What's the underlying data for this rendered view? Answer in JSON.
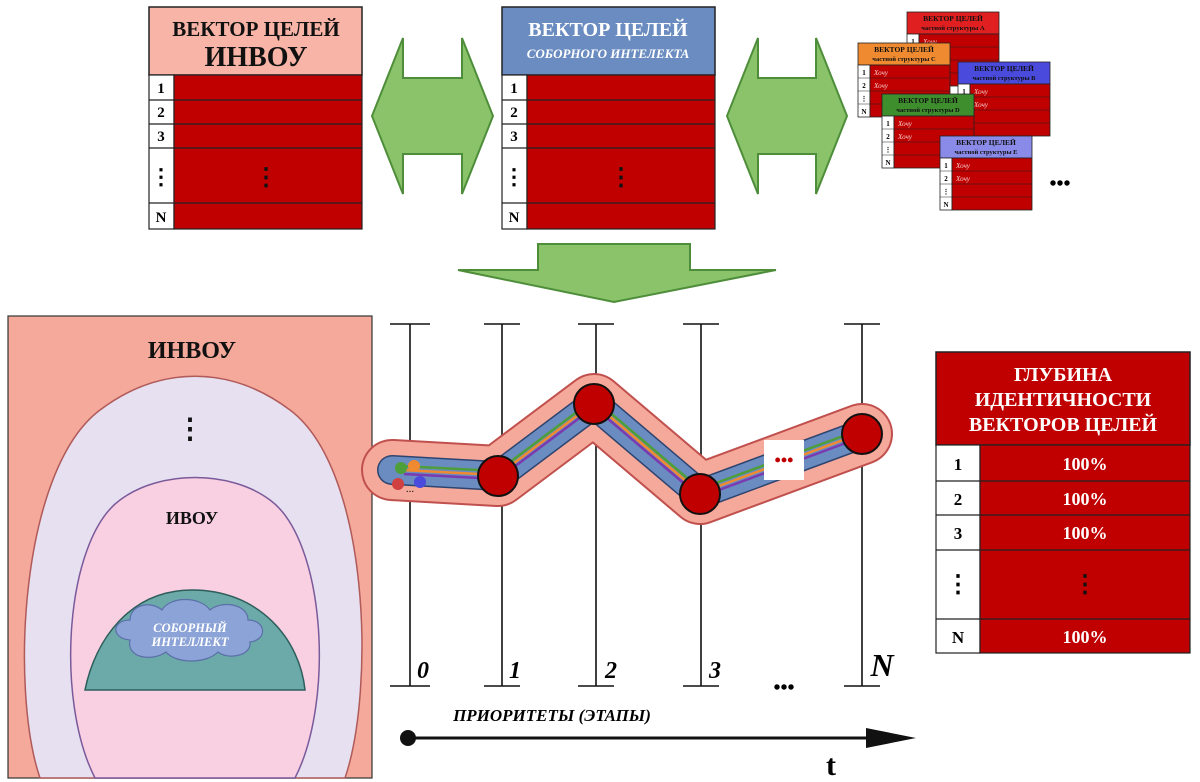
{
  "colors": {
    "cell_red": "#C00000",
    "header_pink": "#F8B4A6",
    "header_blue": "#6A8CC0",
    "arrow_green": "#8BC36A",
    "arrow_green_stroke": "#4E8E3A",
    "panel_salmon": "#F5A99A",
    "ellipse_lavender": "#E6E0F0",
    "ellipse_pink": "#F9CFE2",
    "dome_teal": "#6BAAA8",
    "cloud_blue": "#8BA3D6"
  },
  "vector_invou": {
    "title_line1": "ВЕКТОР ЦЕЛЕЙ",
    "title_line2": "ИНВОУ",
    "rows": [
      "1",
      "2",
      "3",
      "⋮",
      "N"
    ],
    "ellipsis": "⋮"
  },
  "vector_collective": {
    "title_line1": "ВЕКТОР ЦЕЛЕЙ",
    "title_line2": "СОБОРНОГО ИНТЕЛЕКТА",
    "rows": [
      "1",
      "2",
      "3",
      "⋮",
      "N"
    ],
    "ellipsis": "⋮"
  },
  "mini_tables": [
    {
      "title1": "ВЕКТОР ЦЕЛЕЙ",
      "title2": "частной структуры A",
      "color": "#E02020",
      "cell": "Хочу",
      "rows": [
        "1",
        "2",
        "⋮",
        "N"
      ]
    },
    {
      "title1": "ВЕКТОР ЦЕЛЕЙ",
      "title2": "частной структуры С",
      "color": "#F08A30",
      "cell": "Хочу",
      "rows": [
        "1",
        "2",
        "⋮",
        "N"
      ]
    },
    {
      "title1": "ВЕКТОР ЦЕЛЕЙ",
      "title2": "частной структуры В",
      "color": "#4A4ADC",
      "cell": "Хочу",
      "rows": [
        "1",
        "2",
        "⋮",
        "N"
      ]
    },
    {
      "title1": "ВЕКТОР ЦЕЛЕЙ",
      "title2": "частной структуры D",
      "color": "#3E8E2E",
      "cell": "Хочу",
      "rows": [
        "1",
        "2",
        "⋮",
        "N"
      ]
    },
    {
      "title1": "ВЕКТОР ЦЕЛЕЙ",
      "title2": "частной структуры Е",
      "color": "#8A8AE8",
      "cell": "Хочу",
      "rows": [
        "1",
        "2",
        "⋮",
        "N"
      ]
    }
  ],
  "mini_more": "•••",
  "nested": {
    "outer": "ИНВОУ",
    "dots": "⋮",
    "inner": "ИВОУ",
    "cloud_line1": "СОБОРНЫЙ",
    "cloud_line2": "ИНТЕЛЛЕКТ"
  },
  "timeline": {
    "stages": [
      "0",
      "1",
      "2",
      "3",
      "N"
    ],
    "between_dots": "•••",
    "path_dots": "•••",
    "start_dots": "...",
    "caption": "ПРИОРИТЕТЫ (ЭТАПЫ)",
    "axis": "t"
  },
  "identity": {
    "title_line1": "ГЛУБИНА",
    "title_line2": "ИДЕНТИЧНОСТИ",
    "title_line3": "ВЕКТОРОВ ЦЕЛЕЙ",
    "rows": [
      {
        "n": "1",
        "v": "100%"
      },
      {
        "n": "2",
        "v": "100%"
      },
      {
        "n": "3",
        "v": "100%"
      },
      {
        "n": "⋮",
        "v": "⋮"
      },
      {
        "n": "N",
        "v": "100%"
      }
    ]
  }
}
